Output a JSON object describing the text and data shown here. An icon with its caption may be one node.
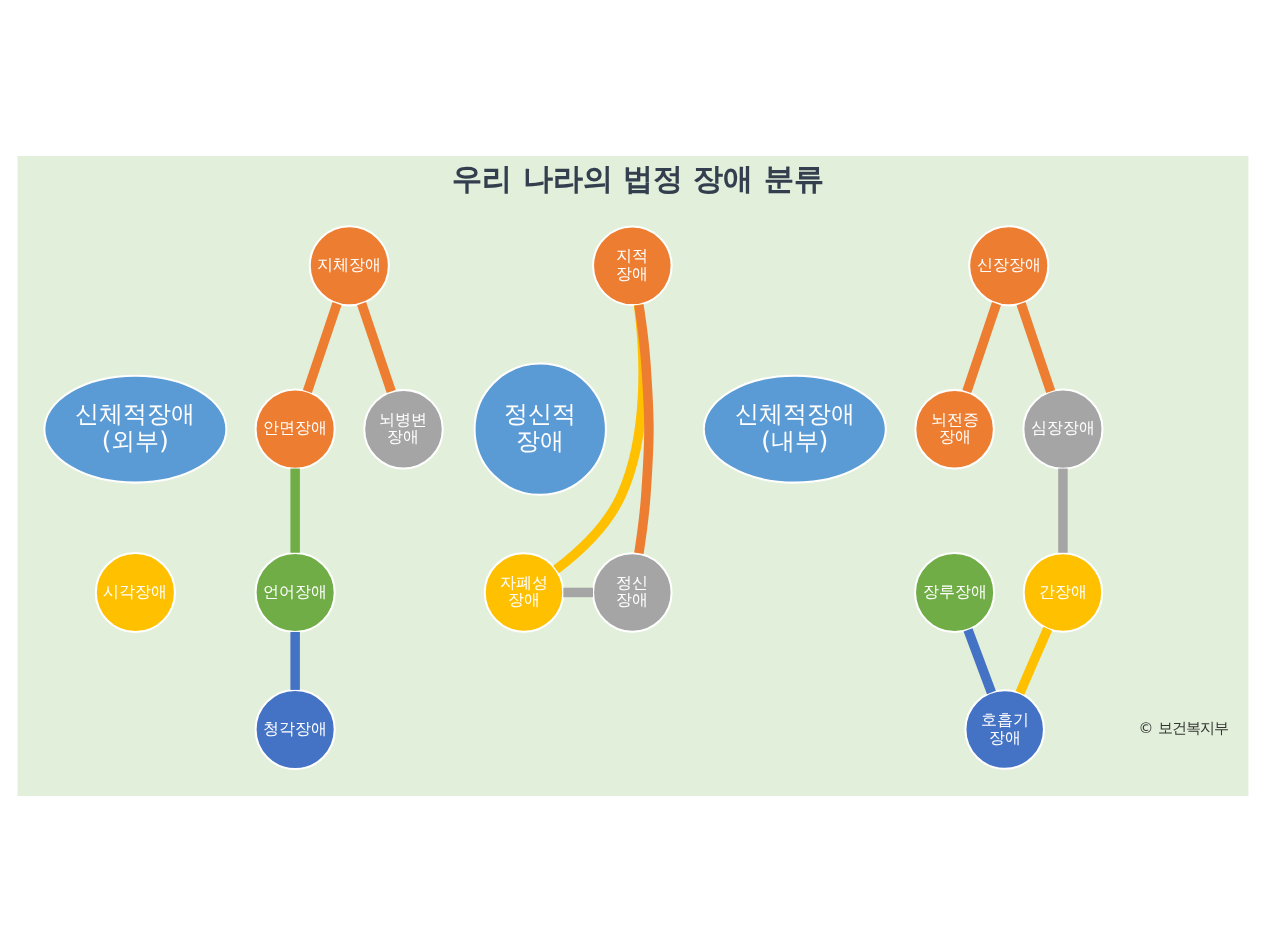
{
  "diagram": {
    "title": "우리 나라의 법정 장애 분류",
    "nodes": [
      {
        "text": [
          "지적 장애"
        ]
      },
      {
        "text": [
          "지체장애"
        ]
      },
      {
        "text": [
          "신장장애"
        ]
      },
      {
        "text": [
          "뇌병변 장애"
        ]
      },
      {
        "text": [
          "뇌전증 장애"
        ]
      },
      {
        "text": [
          "안면장애"
        ]
      },
      {
        "text": [
          "심장장애"
        ]
      },
      {
        "text": [
          "신체적장애 (외부)"
        ]
      },
      {
        "text": [
          "정신적 장애"
        ]
      },
      {
        "text": [
          "신체적장애 (내부)"
        ]
      },
      {
        "text": [
          "언어장애"
        ]
      },
      {
        "text": [
          "시각장애"
        ]
      },
      {
        "text": [
          "장루장애"
        ]
      },
      {
        "text": [
          "자폐성 장애"
        ]
      },
      {
        "text": [
          "정신 장애"
        ]
      },
      {
        "text": [
          "간장애"
        ]
      },
      {
        "text": [
          "청각장애"
        ]
      },
      {
        "text": [
          "호흡기 장애"
        ]
      }
    ],
    "edges": [
      {
        "from": 1,
        "to": 5,
        "arrow": "none"
      },
      {
        "from": 1,
        "to": 3,
        "arrow": "none"
      },
      {
        "from": 5,
        "to": 10,
        "arrow": "none",
        "color": "#70ad47"
      },
      {
        "from": 10,
        "to": 16,
        "arrow": "none",
        "color": "#4472c4"
      },
      {
        "from": 0,
        "to": 13,
        "arrow": "none",
        "color": "#ffc000"
      },
      {
        "from": 13,
        "to": 14,
        "arrow": "none",
        "color": "#a5a5a5"
      },
      {
        "from": 14,
        "to": 0,
        "arrow": "none"
      },
      {
        "from": 2,
        "to": 4,
        "arrow": "none"
      },
      {
        "from": 2,
        "to": 6,
        "arrow": "none"
      },
      {
        "from": 6,
        "to": 15,
        "arrow": "none",
        "color": "#a5a5a5"
      },
      {
        "from": 15,
        "to": 17,
        "arrow": "none",
        "color": "#ffc000"
      },
      {
        "from": 17,
        "to": 12,
        "arrow": "none",
        "color": "#4472c4"
      }
    ],
    "labels": [
      "© 보건복지부"
    ]
  }
}
